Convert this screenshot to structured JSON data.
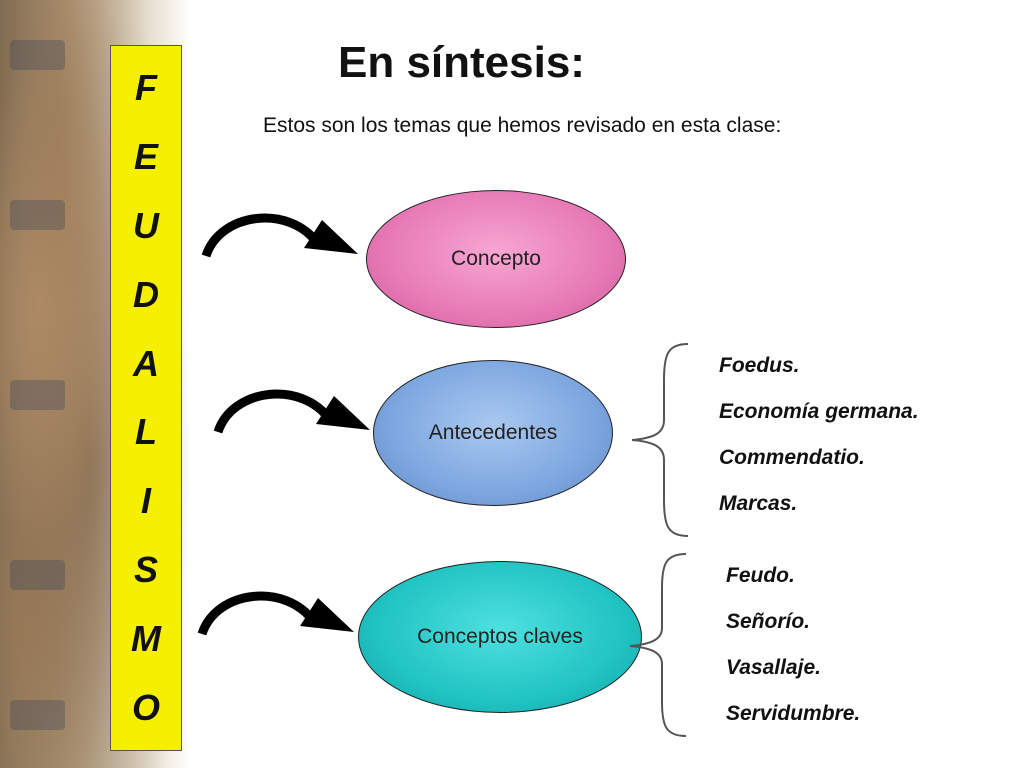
{
  "banner": {
    "letters": [
      "F",
      "E",
      "U",
      "D",
      "A",
      "L",
      "I",
      "S",
      "M",
      "O"
    ]
  },
  "title": "En síntesis:",
  "subtitle": "Estos son los temas que hemos revisado en esta clase:",
  "topics": [
    {
      "label": "Concepto",
      "color": "#e77ab6"
    },
    {
      "label": "Antecedentes",
      "color": "#7ea7e0",
      "items": [
        "Foedus.",
        "Economía germana.",
        "Commendatio.",
        "Marcas."
      ]
    },
    {
      "label": "Conceptos claves",
      "color": "#22c4c4",
      "items": [
        "Feudo.",
        "Señorío.",
        "Vasallaje.",
        "Servidumbre."
      ]
    }
  ]
}
